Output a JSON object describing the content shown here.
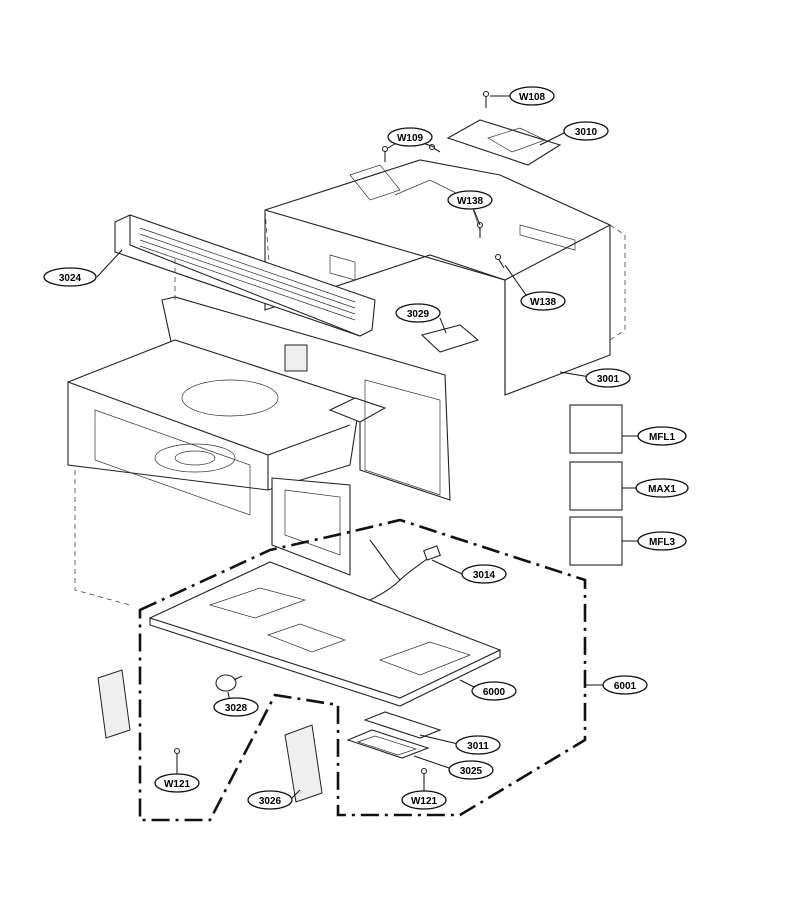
{
  "callouts": [
    {
      "id": "W108",
      "label": "W108"
    },
    {
      "id": "W109",
      "label": "W109"
    },
    {
      "id": "3010",
      "label": "3010"
    },
    {
      "id": "W138a",
      "label": "W138"
    },
    {
      "id": "3024",
      "label": "3024"
    },
    {
      "id": "W138b",
      "label": "W138"
    },
    {
      "id": "3029",
      "label": "3029"
    },
    {
      "id": "3001",
      "label": "3001"
    },
    {
      "id": "MFL1",
      "label": "MFL1"
    },
    {
      "id": "MAX1",
      "label": "MAX1"
    },
    {
      "id": "MFL3",
      "label": "MFL3"
    },
    {
      "id": "3014",
      "label": "3014"
    },
    {
      "id": "6000",
      "label": "6000"
    },
    {
      "id": "6001",
      "label": "6001"
    },
    {
      "id": "3028",
      "label": "3028"
    },
    {
      "id": "3011",
      "label": "3011"
    },
    {
      "id": "3025",
      "label": "3025"
    },
    {
      "id": "W121a",
      "label": "W121"
    },
    {
      "id": "W121b",
      "label": "W121"
    },
    {
      "id": "3026",
      "label": "3026"
    }
  ]
}
